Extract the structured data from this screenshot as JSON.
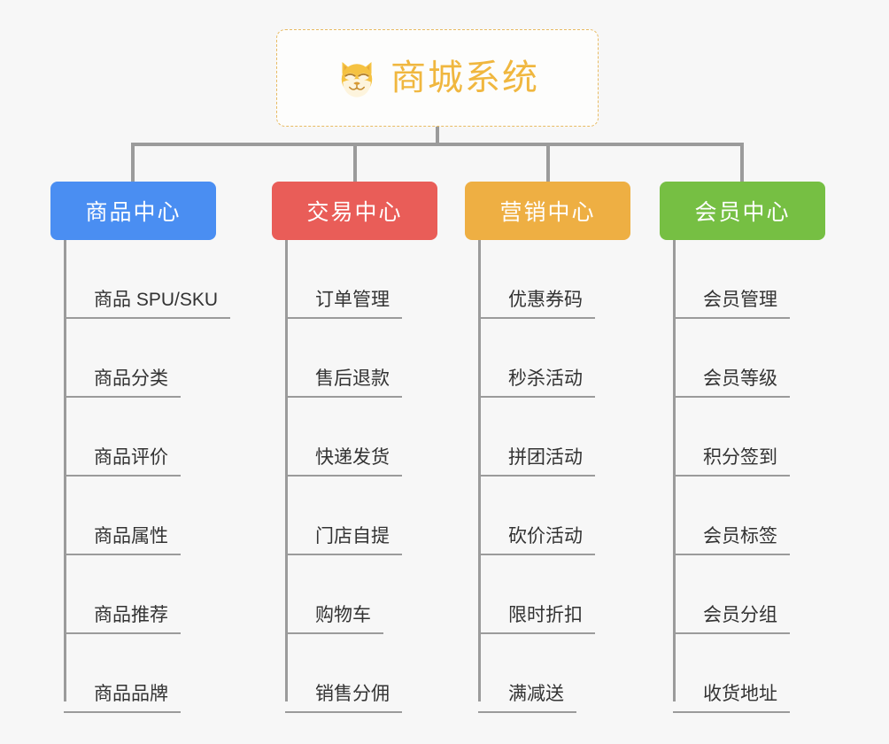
{
  "root": {
    "title": "商城系统",
    "icon": "shiba-dog-face-icon",
    "border_color": "#e8bb63",
    "text_color": "#f0b73f"
  },
  "canvas": {
    "background": "#f7f7f7",
    "connector_color": "#9b9b9b"
  },
  "columns": [
    {
      "label": "商品中心",
      "color": "#4a8ef2",
      "items": [
        "商品 SPU/SKU",
        "商品分类",
        "商品评价",
        "商品属性",
        "商品推荐",
        "商品品牌"
      ]
    },
    {
      "label": "交易中心",
      "color": "#e95d58",
      "items": [
        "订单管理",
        "售后退款",
        "快递发货",
        "门店自提",
        "购物车",
        "销售分佣"
      ]
    },
    {
      "label": "营销中心",
      "color": "#eeaf43",
      "items": [
        "优惠券码",
        "秒杀活动",
        "拼团活动",
        "砍价活动",
        "限时折扣",
        "满减送"
      ]
    },
    {
      "label": "会员中心",
      "color": "#76bf43",
      "items": [
        "会员管理",
        "会员等级",
        "积分签到",
        "会员标签",
        "会员分组",
        "收货地址"
      ]
    }
  ]
}
